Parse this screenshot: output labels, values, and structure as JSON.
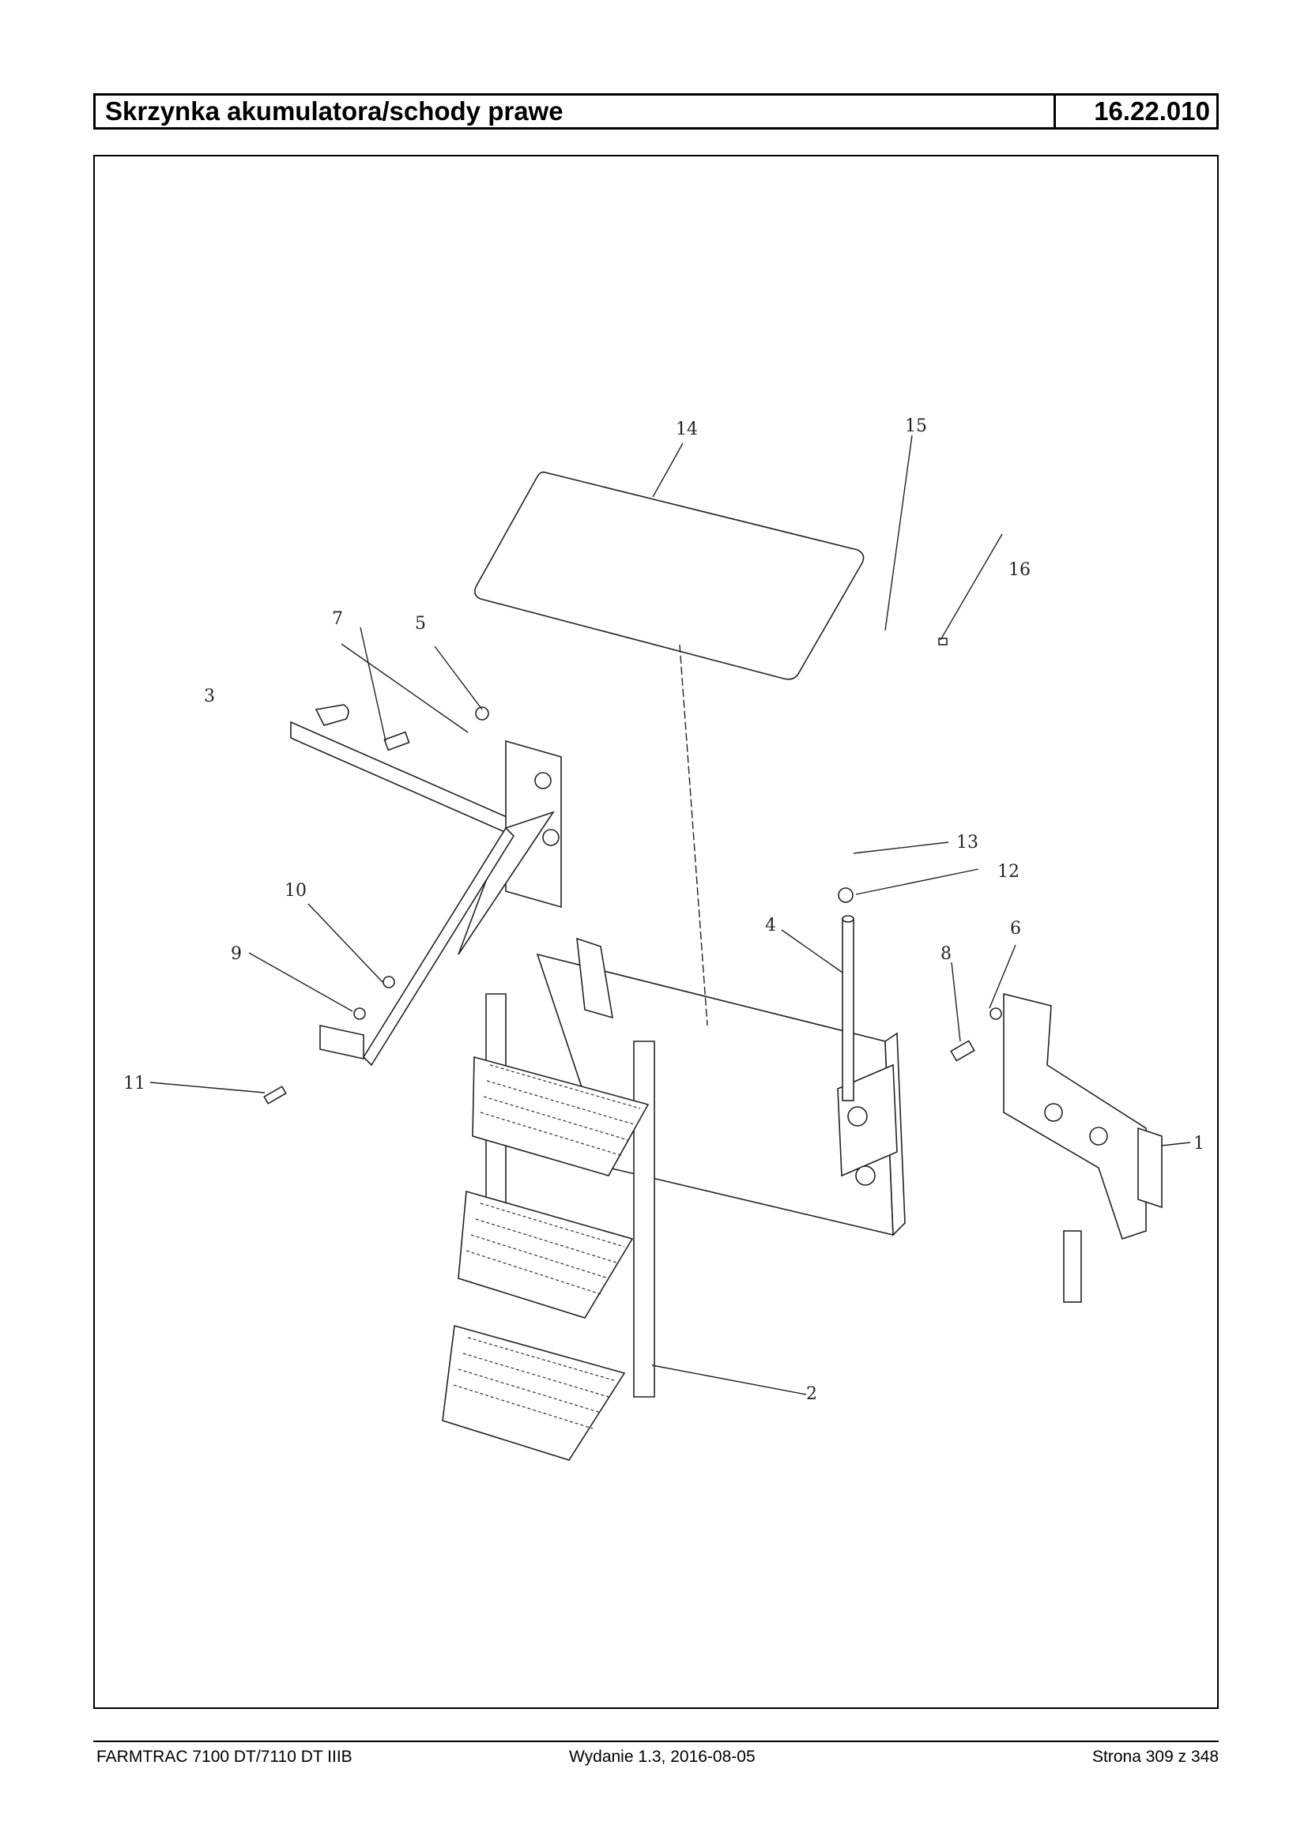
{
  "header": {
    "title": "Skrzynka akumulatora/schody prawe",
    "code": "16.22.010"
  },
  "footer": {
    "model": "FARMTRAC 7100 DT/7110 DT IIIB",
    "edition": "Wydanie 1.3,  2016-08-05",
    "page": "Strona 309 z 348"
  },
  "callouts": [
    "1",
    "2",
    "3",
    "4",
    "5",
    "6",
    "7",
    "8",
    "9",
    "10",
    "11",
    "12",
    "13",
    "14",
    "15",
    "16"
  ]
}
